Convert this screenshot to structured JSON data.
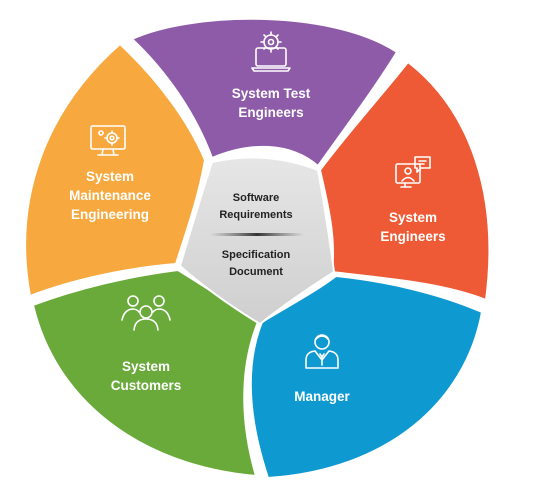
{
  "segments": {
    "test": {
      "line1": "System Test",
      "line2": "Engineers",
      "icon": "gear-laptop-icon",
      "color": "#8E5BA8"
    },
    "engineers": {
      "line1": "System",
      "line2": "Engineers",
      "icon": "video-call-chat-icon",
      "color": "#EE5A35"
    },
    "manager": {
      "line1": "Manager",
      "icon": "manager-person-icon",
      "color": "#0E9AD0"
    },
    "customers": {
      "line1": "System",
      "line2": "Customers",
      "icon": "user-group-icon",
      "color": "#6AAA3A"
    },
    "maintenance": {
      "line1": "System",
      "line2": "Maintenance",
      "line3": "Engineering",
      "icon": "monitor-gear-icon",
      "color": "#F7A93F"
    }
  },
  "center": {
    "line1": "Software",
    "line2": "Requirements",
    "line3": "Specification",
    "line4": "Document",
    "color": "#D9D9D9"
  }
}
